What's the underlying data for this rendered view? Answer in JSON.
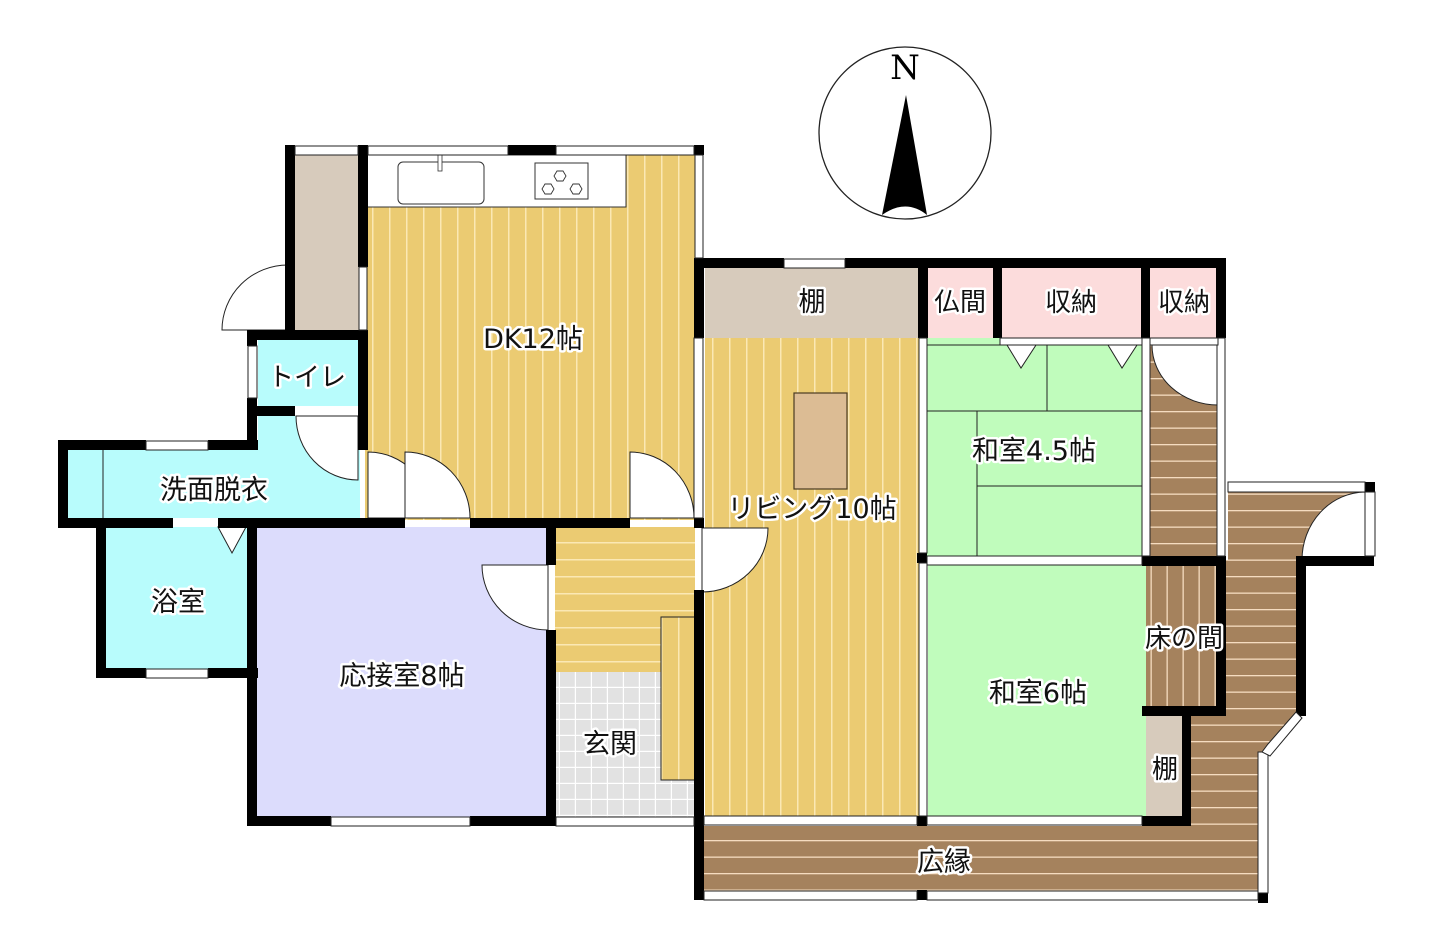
{
  "compass": {
    "label": "N"
  },
  "colors": {
    "wood_floor": "#ebcb72",
    "wood_line": "#fbe8b4",
    "storage_beige": "#d7cbbc",
    "tatami_green": "#c0fcbc",
    "butsuma_pink": "#fcdcdc",
    "water_cyan": "#b8fcfc",
    "reception_lavender": "#dcdcfc",
    "genkan_tile": "#e2e2e2",
    "engawa_brown": "#a5825d",
    "engawa_line": "#f5dcc0",
    "table_tan": "#dcbc94",
    "wall": "#000000"
  },
  "rooms": {
    "dk": {
      "label": "DK12帖"
    },
    "living": {
      "label": "リビング10帖"
    },
    "living_shelf": {
      "label": "棚"
    },
    "butsuma": {
      "label": "仏間"
    },
    "storage1": {
      "label": "収納"
    },
    "storage2": {
      "label": "収納"
    },
    "washitsu45": {
      "label": "和室4.5帖"
    },
    "washitsu6": {
      "label": "和室6帖"
    },
    "tokonoma": {
      "label": "床の間"
    },
    "washitsu_shelf": {
      "label": "棚"
    },
    "toilet": {
      "label": "トイレ"
    },
    "senmen": {
      "label": "洗面脱衣"
    },
    "bath": {
      "label": "浴室"
    },
    "reception": {
      "label": "応接室8帖"
    },
    "genkan": {
      "label": "玄関"
    },
    "engawa": {
      "label": "広縁"
    }
  }
}
